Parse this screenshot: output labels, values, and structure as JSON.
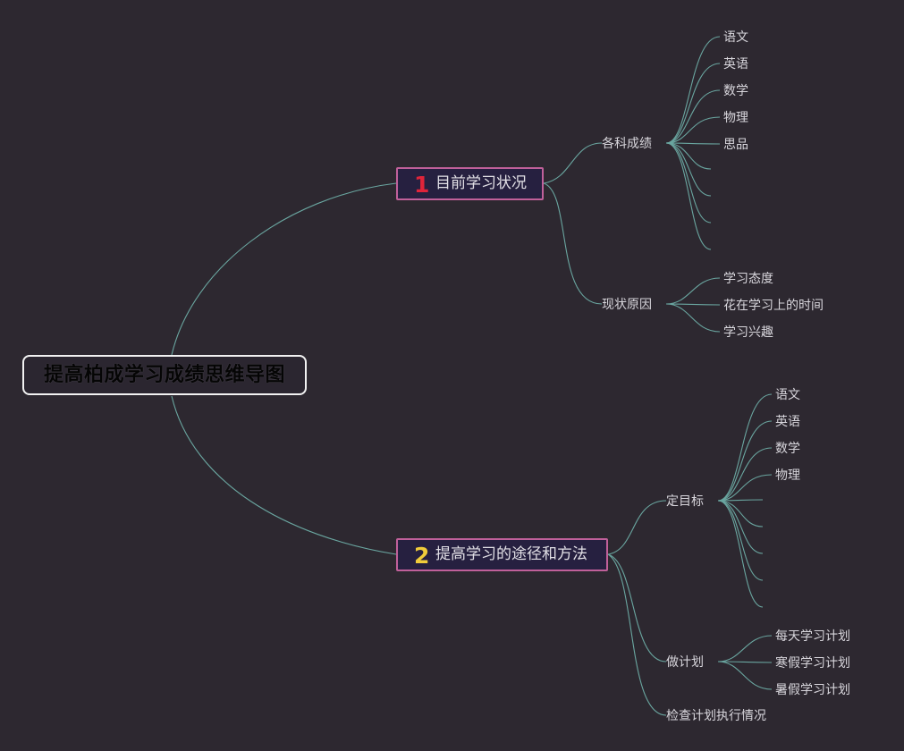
{
  "title": "提高柏成学习成绩思维导图",
  "topics": [
    {
      "badge": "1",
      "label": "目前学习状况",
      "subs": [
        {
          "label": "各科成绩",
          "leaves": [
            "语文",
            "英语",
            "数学",
            "物理",
            "思品",
            "",
            "",
            "",
            ""
          ]
        },
        {
          "label": "现状原因",
          "leaves": [
            "学习态度",
            "花在学习上的时间",
            "学习兴趣"
          ]
        }
      ]
    },
    {
      "badge": "2",
      "label": "提高学习的途径和方法",
      "subs": [
        {
          "label": "定目标",
          "leaves": [
            "语文",
            "英语",
            "数学",
            "物理",
            "",
            "",
            "",
            "",
            ""
          ]
        },
        {
          "label": "做计划",
          "leaves": [
            "每天学习计划",
            "寒假学习计划",
            "暑假学习计划"
          ]
        },
        {
          "label": "检查计划执行情况",
          "leaves": []
        }
      ]
    }
  ],
  "colors": {
    "background": "#2d2830",
    "branch_line": "#6aa6a0",
    "topic_border": "#c0609a",
    "badge_1": "#e0243a",
    "badge_2": "#f0cc3a"
  }
}
